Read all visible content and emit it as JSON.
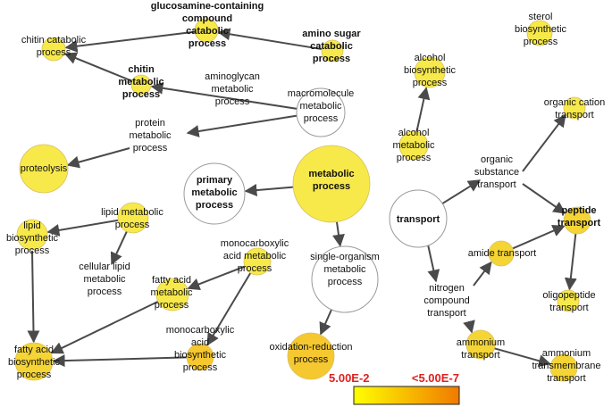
{
  "nodes": [
    {
      "id": "glucosamine",
      "label": [
        "glucosamine-containing",
        "compound",
        "catabolic",
        "process"
      ],
      "color": "#f7e94a",
      "enriched": true
    },
    {
      "id": "amino_sugar",
      "label": [
        "amino sugar",
        "catabolic",
        "process"
      ],
      "color": "#f7e94a",
      "enriched": true
    },
    {
      "id": "chitin_catabolic",
      "label": [
        "chitin catabolic",
        "process"
      ],
      "color": "#f7e94a",
      "enriched": true
    },
    {
      "id": "chitin_metabolic",
      "label": [
        "chitin",
        "metabolic",
        "process"
      ],
      "color": "#f7e94a",
      "enriched": true
    },
    {
      "id": "aminoglycan",
      "label": [
        "aminoglycan",
        "metabolic",
        "process"
      ],
      "color": "#ffffff",
      "enriched": false
    },
    {
      "id": "macromolecule",
      "label": [
        "macromolecule",
        "metabolic",
        "process"
      ],
      "color": "#ffffff",
      "enriched": false
    },
    {
      "id": "protein_metabolic",
      "label": [
        "protein",
        "metabolic",
        "process"
      ],
      "color": "#ffffff",
      "enriched": false
    },
    {
      "id": "proteolysis",
      "label": [
        "proteolysis"
      ],
      "color": "#f7e94a",
      "enriched": true
    },
    {
      "id": "primary_metabolic",
      "label": [
        "primary",
        "metabolic",
        "process"
      ],
      "color": "#ffffff",
      "enriched": false
    },
    {
      "id": "metabolic_process",
      "label": [
        "metabolic",
        "process"
      ],
      "color": "#f7e94a",
      "enriched": true
    },
    {
      "id": "lipid_metabolic",
      "label": [
        "lipid metabolic",
        "process"
      ],
      "color": "#f7e94a",
      "enriched": true
    },
    {
      "id": "lipid_biosynthetic",
      "label": [
        "lipid",
        "biosynthetic",
        "process"
      ],
      "color": "#f7e94a",
      "enriched": true
    },
    {
      "id": "cellular_lipid",
      "label": [
        "cellular lipid",
        "metabolic",
        "process"
      ],
      "color": "#f7e94a",
      "enriched": true
    },
    {
      "id": "fatty_acid_metabolic",
      "label": [
        "fatty acid",
        "metabolic",
        "process"
      ],
      "color": "#f7e94a",
      "enriched": true
    },
    {
      "id": "monocarboxylic_metabolic",
      "label": [
        "monocarboxylic",
        "acid metabolic",
        "process"
      ],
      "color": "#f7e94a",
      "enriched": true
    },
    {
      "id": "single_organism",
      "label": [
        "single-organism",
        "metabolic",
        "process"
      ],
      "color": "#ffffff",
      "enriched": false
    },
    {
      "id": "monocarboxylic_biosynthetic",
      "label": [
        "monocarboxylic",
        "acid",
        "biosynthetic",
        "process"
      ],
      "color": "#f5c830",
      "enriched": true
    },
    {
      "id": "fatty_acid_biosynthetic",
      "label": [
        "fatty acid",
        "biosynthetic",
        "process"
      ],
      "color": "#f5d535",
      "enriched": true
    },
    {
      "id": "oxidation_reduction",
      "label": [
        "oxidation-reduction",
        "process"
      ],
      "color": "#f5c830",
      "enriched": true
    },
    {
      "id": "sterol_biosynthetic",
      "label": [
        "sterol",
        "biosynthetic",
        "process"
      ],
      "color": "#f7e94a",
      "enriched": true
    },
    {
      "id": "alcohol_biosynthetic",
      "label": [
        "alcohol",
        "biosynthetic",
        "process"
      ],
      "color": "#f7e94a",
      "enriched": true
    },
    {
      "id": "organic_cation",
      "label": [
        "organic cation",
        "transport"
      ],
      "color": "#f7e94a",
      "enriched": true
    },
    {
      "id": "alcohol_metabolic",
      "label": [
        "alcohol",
        "metabolic",
        "process"
      ],
      "color": "#f7e94a",
      "enriched": true
    },
    {
      "id": "organic_substance",
      "label": [
        "organic",
        "substance",
        "transport"
      ],
      "color": "#ffffff",
      "enriched": false
    },
    {
      "id": "transport",
      "label": [
        "transport"
      ],
      "color": "#ffffff",
      "enriched": false
    },
    {
      "id": "peptide_transport",
      "label": [
        "peptide",
        "transport"
      ],
      "color": "#f5d535",
      "enriched": true
    },
    {
      "id": "amide_transport",
      "label": [
        "amide transport"
      ],
      "color": "#f5d535",
      "enriched": true
    },
    {
      "id": "oligopeptide",
      "label": [
        "oligopeptide",
        "transport"
      ],
      "color": "#f7e94a",
      "enriched": true
    },
    {
      "id": "nitrogen_compound",
      "label": [
        "nitrogen",
        "compound",
        "transport"
      ],
      "color": "#ffffff",
      "enriched": false
    },
    {
      "id": "ammonium_transport",
      "label": [
        "ammonium",
        "transport"
      ],
      "color": "#f5d535",
      "enriched": true
    },
    {
      "id": "ammonium_transmembrane",
      "label": [
        "ammonium",
        "transmembrane",
        "transport"
      ],
      "color": "#f5d535",
      "enriched": true
    }
  ],
  "edges": [
    [
      "amino_sugar",
      "glucosamine"
    ],
    [
      "glucosamine",
      "chitin_catabolic"
    ],
    [
      "chitin_metabolic",
      "chitin_catabolic"
    ],
    [
      "macromolecule",
      "chitin_metabolic"
    ],
    [
      "macromolecule",
      "protein_metabolic"
    ],
    [
      "protein_metabolic",
      "proteolysis"
    ],
    [
      "metabolic_process",
      "primary_metabolic"
    ],
    [
      "metabolic_process",
      "single_organism"
    ],
    [
      "single_organism",
      "oxidation_reduction"
    ],
    [
      "lipid_metabolic",
      "lipid_biosynthetic"
    ],
    [
      "lipid_metabolic",
      "cellular_lipid"
    ],
    [
      "lipid_biosynthetic",
      "fatty_acid_biosynthetic"
    ],
    [
      "monocarboxylic_metabolic",
      "fatty_acid_metabolic"
    ],
    [
      "monocarboxylic_metabolic",
      "monocarboxylic_biosynthetic"
    ],
    [
      "fatty_acid_metabolic",
      "fatty_acid_biosynthetic"
    ],
    [
      "monocarboxylic_biosynthetic",
      "fatty_acid_biosynthetic"
    ],
    [
      "alcohol_metabolic",
      "alcohol_biosynthetic"
    ],
    [
      "transport",
      "organic_substance"
    ],
    [
      "organic_substance",
      "organic_cation"
    ],
    [
      "organic_substance",
      "peptide_transport"
    ],
    [
      "transport",
      "nitrogen_compound"
    ],
    [
      "nitrogen_compound",
      "amide_transport"
    ],
    [
      "amide_transport",
      "peptide_transport"
    ],
    [
      "peptide_transport",
      "oligopeptide"
    ],
    [
      "nitrogen_compound",
      "ammonium_transport"
    ],
    [
      "ammonium_transport",
      "ammonium_transmembrane"
    ]
  ],
  "legend": {
    "low_label": "5.00E-2",
    "high_label": "<5.00E-7",
    "low_color": "#ffff00",
    "high_color": "#f07a00"
  }
}
